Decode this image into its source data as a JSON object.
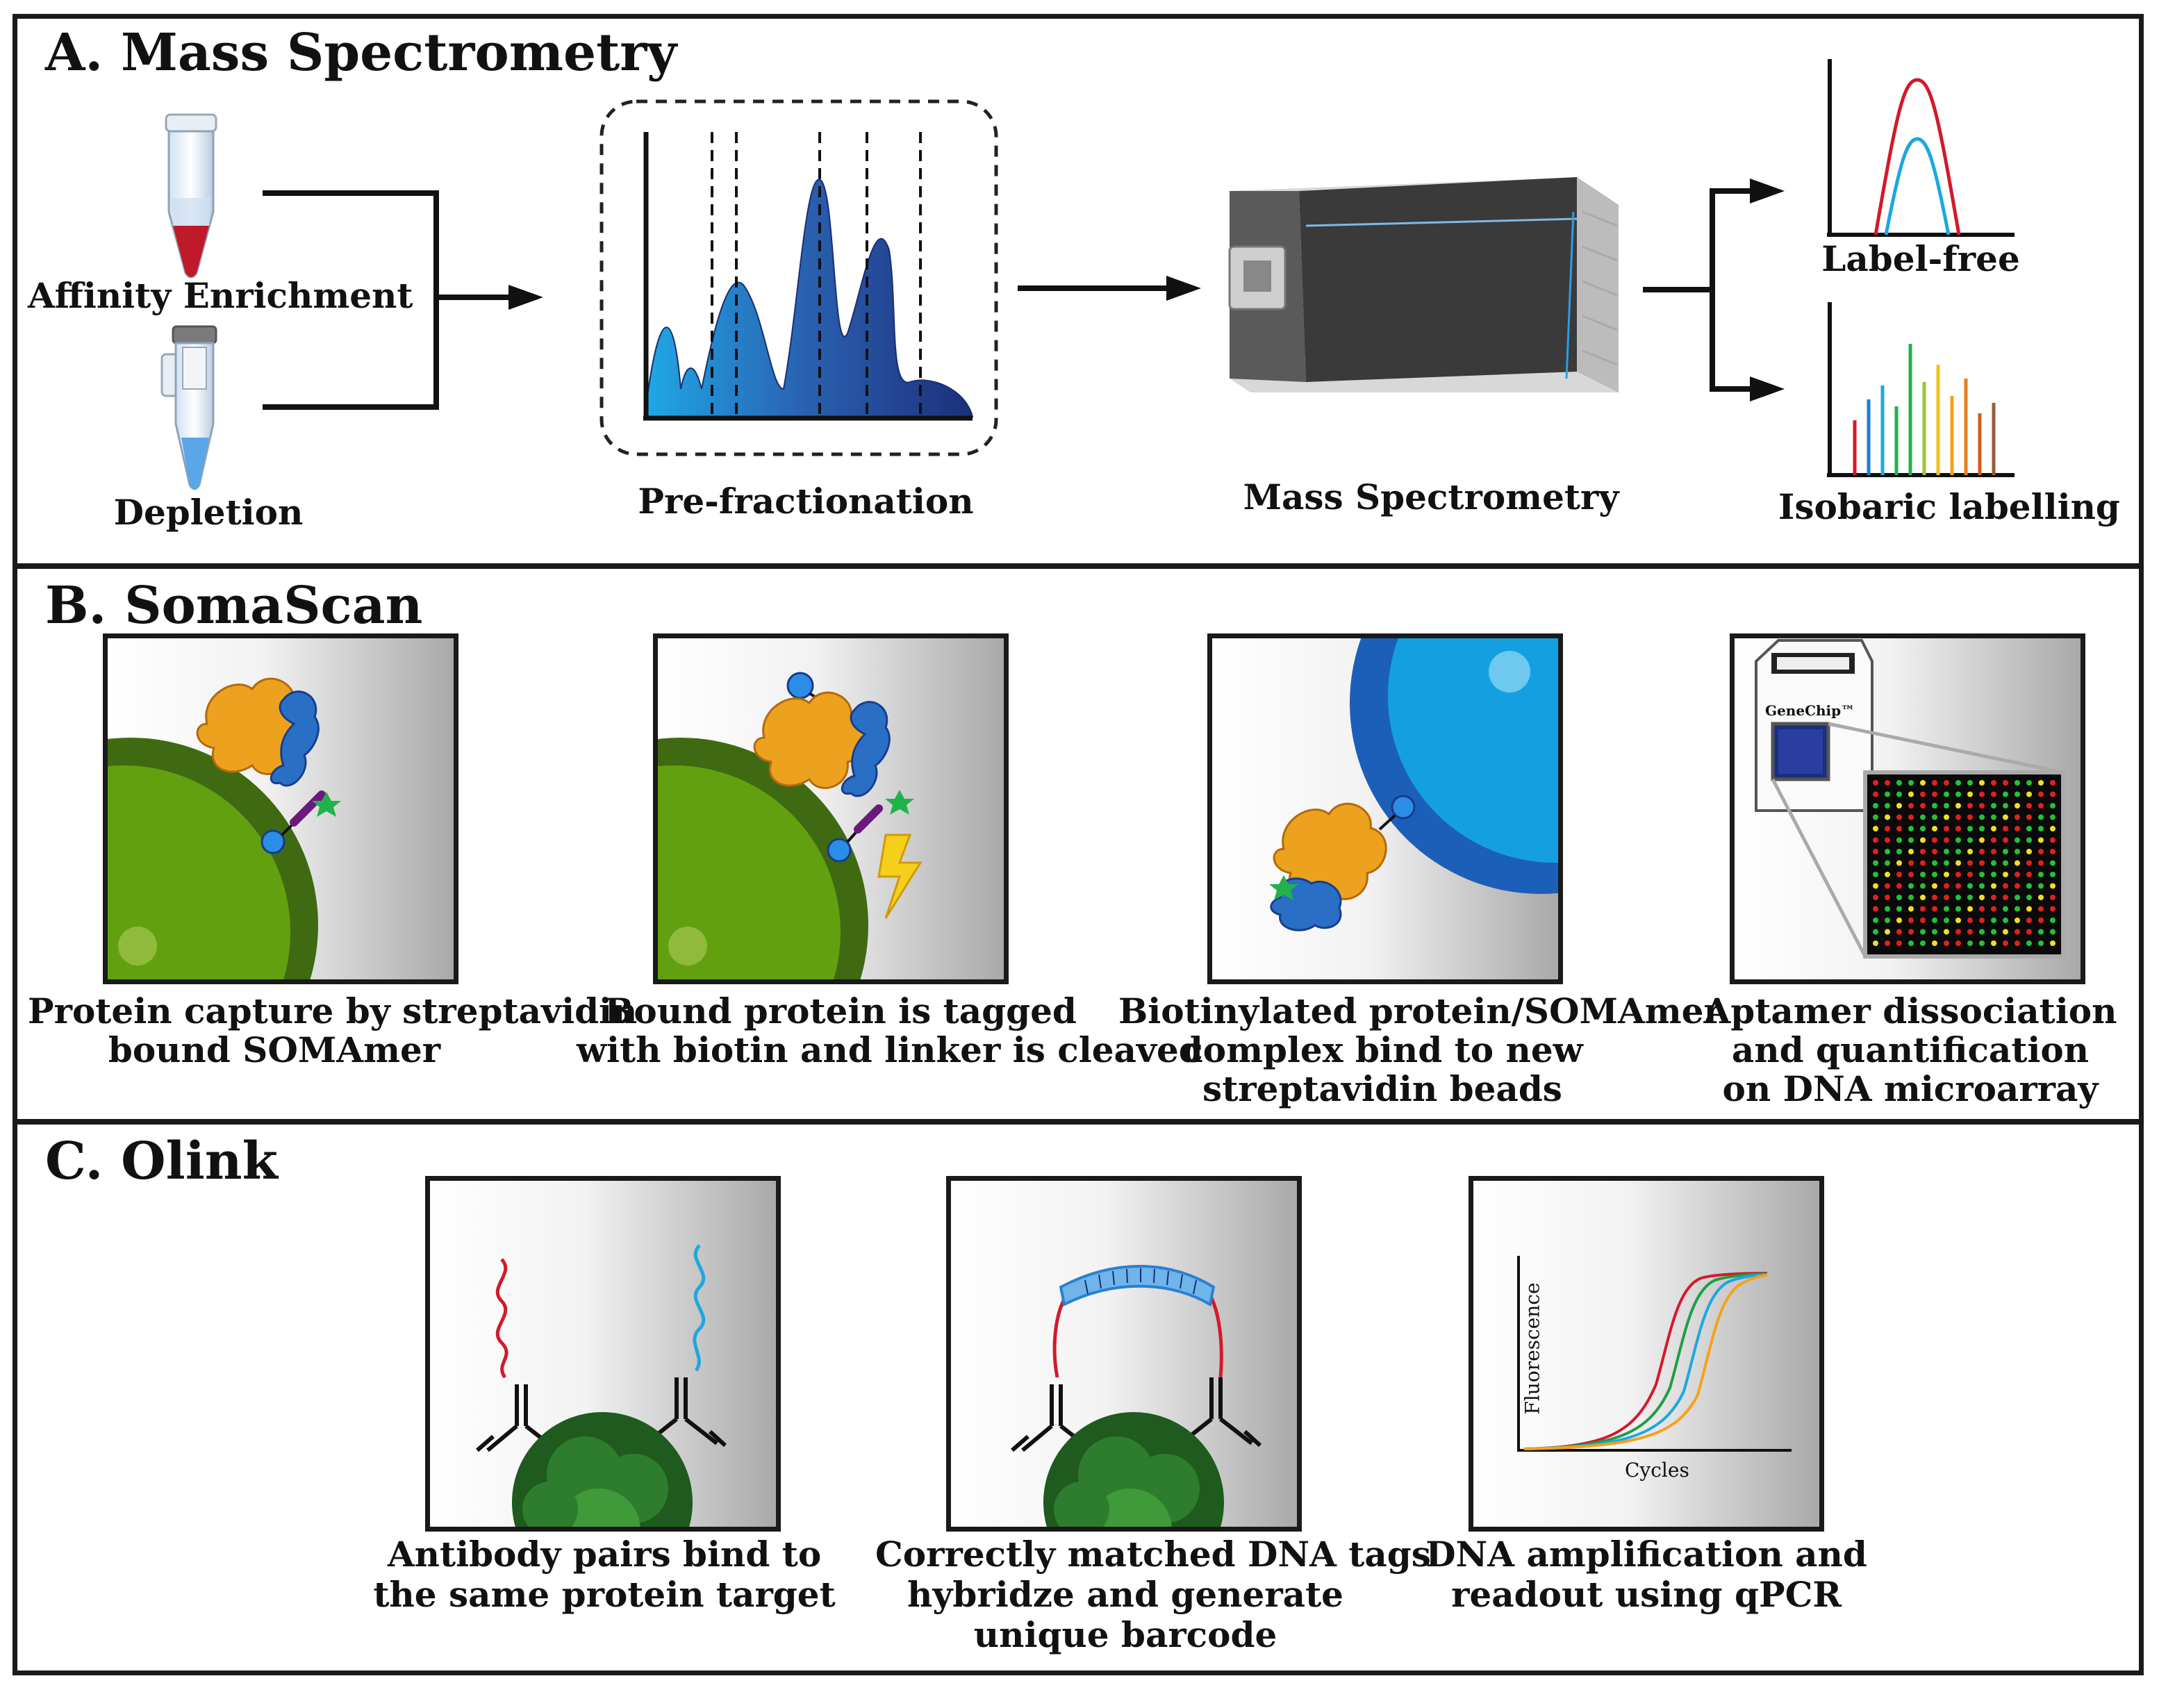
{
  "panels": {
    "a": {
      "title": "A. Mass Spectrometry",
      "affinity": "Affinity Enrichment",
      "depletion": "Depletion",
      "prefractionation": "Pre-fractionation",
      "mass_spec": "Mass Spectrometry",
      "label_free": "Label-free",
      "isobaric": "Isobaric labelling"
    },
    "b": {
      "title": "B. SomaScan",
      "genechip": "GeneChip™",
      "steps": [
        {
          "line1": "Protein capture by streptavidin",
          "line2": "bound SOMAmer",
          "line3": ""
        },
        {
          "line1": "Bound protein is tagged",
          "line2": "with biotin and linker is cleaved",
          "line3": ""
        },
        {
          "line1": "Biotinylated protein/SOMAmer",
          "line2": "complex bind to new",
          "line3": "streptavidin beads"
        },
        {
          "line1": "Aptamer dissociation",
          "line2": "and quantification",
          "line3": "on DNA microarray"
        }
      ]
    },
    "c": {
      "title": "C. Olink",
      "ylabel": "Fluorescence",
      "xlabel": "Cycles",
      "steps": [
        {
          "line1": "Antibody pairs bind to",
          "line2": "the same protein target",
          "line3": ""
        },
        {
          "line1": "Correctly matched DNA tags",
          "line2": "hybridze and generate",
          "line3": "unique barcode"
        },
        {
          "line1": "DNA amplification and",
          "line2": "readout using qPCR",
          "line3": ""
        }
      ]
    }
  },
  "colors": {
    "tube_red": "#c0192a",
    "tube_blue": "#1e7fd1",
    "bead_green": "#63a00f",
    "bead_blue": "#14a0e0",
    "protein_orange": "#eca21e",
    "aptamer_blue": "#2a6fc6",
    "star_green": "#22b24c",
    "curve_red": "#d21a2a",
    "curve_green": "#1f9e48",
    "curve_blue": "#1ea7e0",
    "curve_orange": "#f5a11a"
  }
}
